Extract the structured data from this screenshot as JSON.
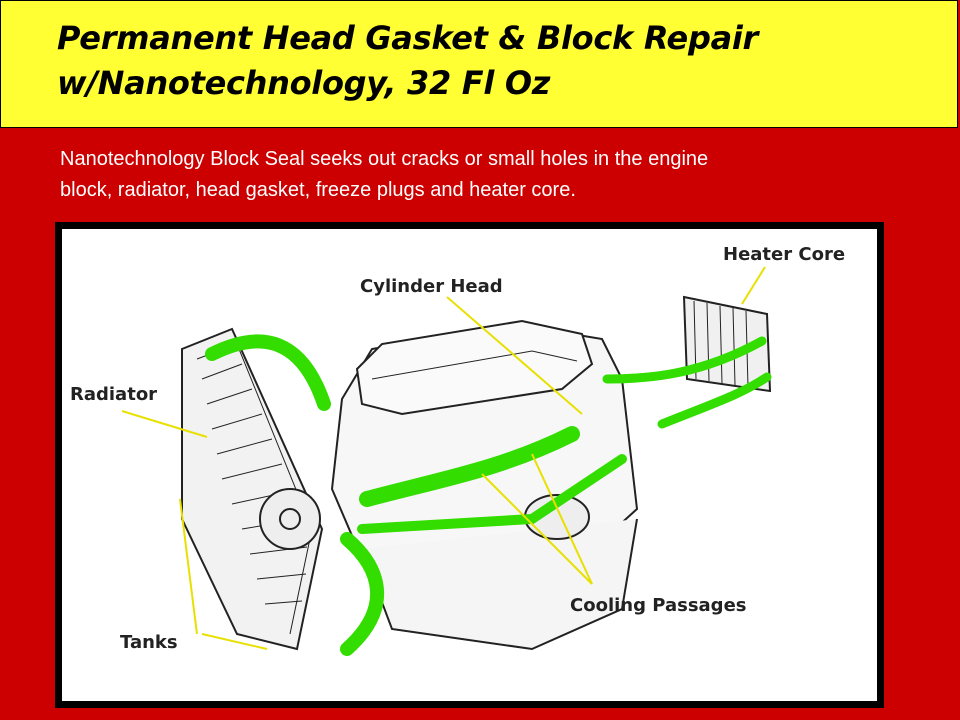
{
  "title": {
    "line1": "Permanent Head Gasket & Block Repair",
    "line2": "w/Nanotechnology, 32 Fl Oz"
  },
  "description": {
    "line1": "Nanotechnology Block Seal seeks out cracks or small holes in the engine",
    "line2": "block, radiator, head gasket, freeze plugs and heater core."
  },
  "diagram": {
    "labels": {
      "heater_core": "Heater Core",
      "cylinder_head": "Cylinder Head",
      "radiator": "Radiator",
      "cooling_passages": "Cooling Passages",
      "tanks": "Tanks"
    },
    "colors": {
      "coolant": "#33dd00",
      "leader": "#e8e000",
      "outline": "#222222"
    }
  }
}
